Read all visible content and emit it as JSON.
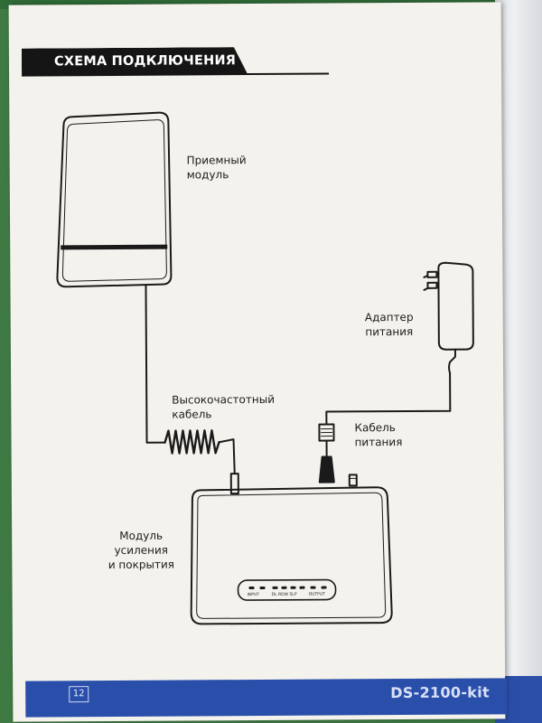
{
  "page": {
    "title": "СХЕМА ПОДКЛЮЧЕНИЯ",
    "page_number": "12",
    "model": "DS-2100-kit"
  },
  "labels": {
    "receiver_line1": "Приемный",
    "receiver_line2": "модуль",
    "adapter_line1": "Адаптер",
    "adapter_line2": "питания",
    "rf_cable_line1": "Высокочастотный",
    "rf_cable_line2": "кабель",
    "power_cable_line1": "Кабель",
    "power_cable_line2": "питания",
    "amp_line1": "Модуль",
    "amp_line2": "усиления",
    "amp_line3": "и покрытия"
  },
  "device_panel": {
    "input": "INPUT",
    "indicators": "DL  RDW  SLP",
    "output": "OUTPUT"
  },
  "colors": {
    "header": "#151515",
    "footer": "#2a4faa",
    "line": "#1a1a1a",
    "paper": "#f4f2ec"
  }
}
